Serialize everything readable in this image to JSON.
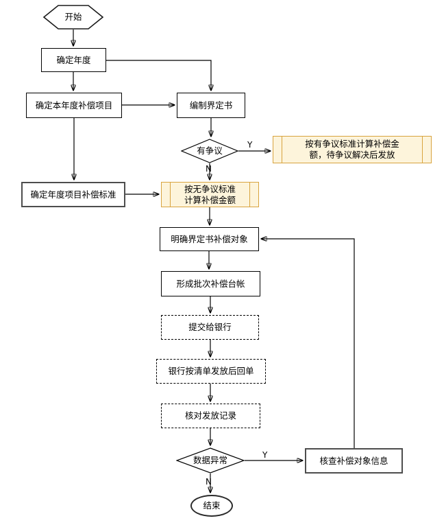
{
  "diagram": {
    "type": "flowchart",
    "background": "#ffffff",
    "colors": {
      "highlight_fill": "#FDF4DB",
      "highlight_stroke": "#D8A33E",
      "line": "#000000"
    },
    "nodes": {
      "start": {
        "shape": "hexagon",
        "label": "开始"
      },
      "determine_year": {
        "shape": "rect",
        "label": "确定年度"
      },
      "determine_year_items": {
        "shape": "rect",
        "label": "确定本年度补偿项目"
      },
      "compile_definition": {
        "shape": "rect",
        "label": "编制界定书"
      },
      "dispute_decision": {
        "shape": "diamond",
        "label": "有争议"
      },
      "disputed_calc": {
        "shape": "highlight-rect",
        "label": "按有争议标准计算补偿金额，待争议解决后发放",
        "lines": [
          "按有争议标准计算补偿金",
          "额，待争议解决后发放"
        ]
      },
      "determine_standard": {
        "shape": "rect",
        "label": "确定年度项目补偿标准"
      },
      "undisputed_calc": {
        "shape": "highlight-rect",
        "label": "按无争议标准计算补偿金额",
        "lines": [
          "按无争议标准",
          "计算补偿金额"
        ]
      },
      "clarify_targets": {
        "shape": "rect",
        "label": "明确界定书补偿对象"
      },
      "form_ledger": {
        "shape": "rect",
        "label": "形成批次补偿台帐"
      },
      "submit_bank": {
        "shape": "dashed-rect",
        "label": "提交给银行"
      },
      "bank_receipt": {
        "shape": "dashed-rect",
        "label": "银行按清单发放后回单"
      },
      "verify_records": {
        "shape": "dashed-rect",
        "label": "核对发放记录"
      },
      "anomaly_decision": {
        "shape": "diamond",
        "label": "数据异常"
      },
      "check_target_info": {
        "shape": "rect",
        "label": "核查补偿对象信息"
      },
      "end": {
        "shape": "ellipse",
        "label": "结束"
      }
    },
    "edge_labels": {
      "dispute_yes": "Y",
      "dispute_no": "N",
      "anomaly_yes": "Y",
      "anomaly_no": "N"
    },
    "edges": [
      "start -> determine_year",
      "determine_year -> determine_year_items",
      "determine_year -> compile_definition",
      "determine_year_items -> compile_definition",
      "determine_year_items -> determine_standard",
      "compile_definition -> dispute_decision",
      "dispute_decision -Y-> disputed_calc",
      "dispute_decision -N-> undisputed_calc",
      "determine_standard -> undisputed_calc",
      "undisputed_calc -> clarify_targets",
      "clarify_targets -> form_ledger",
      "form_ledger -> submit_bank",
      "submit_bank -> bank_receipt",
      "bank_receipt -> verify_records",
      "verify_records -> anomaly_decision",
      "anomaly_decision -Y-> check_target_info",
      "anomaly_decision -N-> end",
      "check_target_info -> clarify_targets"
    ]
  }
}
